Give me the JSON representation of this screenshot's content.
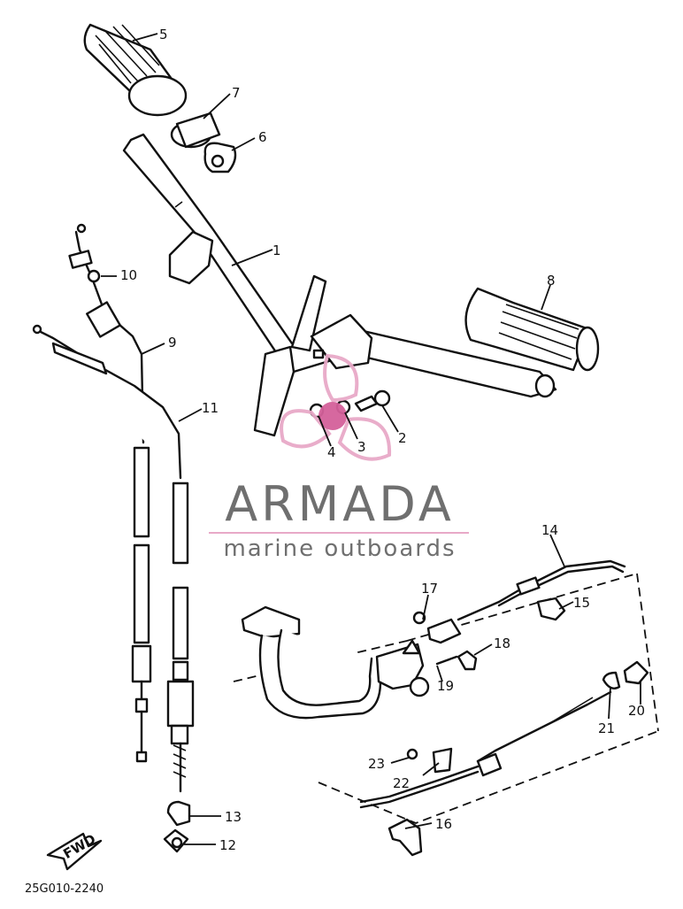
{
  "callouts": [
    "1",
    "2",
    "3",
    "4",
    "5",
    "6",
    "7",
    "8",
    "9",
    "10",
    "11",
    "12",
    "13",
    "14",
    "15",
    "16",
    "17",
    "18",
    "19",
    "20",
    "21",
    "22",
    "23"
  ],
  "fwd_label": "FWD",
  "diagram_code": "25G010-2240",
  "watermark": {
    "brand": "ARMADA",
    "tagline": "marine outboards",
    "colors": {
      "logo": "#e8a9c8",
      "logo_center": "#d4609a",
      "text": "#6f6f6f",
      "rule": "#e8a9c8"
    }
  }
}
